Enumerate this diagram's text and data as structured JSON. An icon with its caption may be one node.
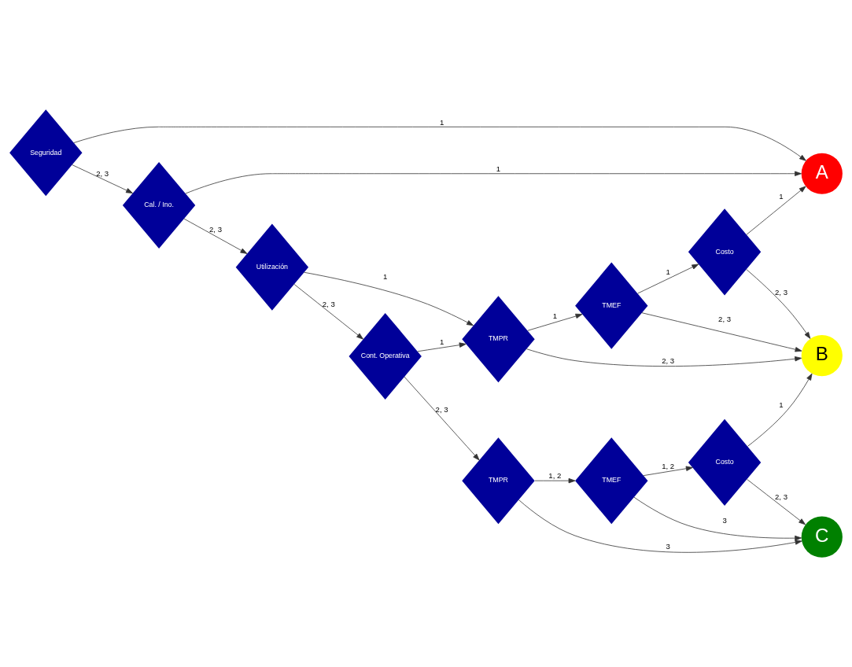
{
  "diagram": {
    "nodes": [
      {
        "text": [
          "Seguridad"
        ]
      },
      {
        "text": [
          "Cal. / Ino."
        ]
      },
      {
        "text": [
          "Utilización"
        ]
      },
      {
        "text": [
          "Cont. Operativa"
        ]
      },
      {
        "text": [
          "TMPR"
        ]
      },
      {
        "text": [
          "TMEF"
        ]
      },
      {
        "text": [
          "Costo"
        ]
      },
      {
        "text": [
          "A"
        ]
      },
      {
        "text": [
          "TMPR"
        ]
      },
      {
        "text": [
          "TMEF"
        ]
      },
      {
        "text": [
          "Costo"
        ]
      },
      {
        "text": [
          "B"
        ]
      },
      {
        "text": [
          "C"
        ]
      }
    ],
    "edges": [
      {
        "from": 0,
        "to": 1,
        "arrow": "to",
        "label": "2, 3"
      },
      {
        "from": 0,
        "to": 7,
        "arrow": "to",
        "label": "1"
      },
      {
        "from": 1,
        "to": 2,
        "arrow": "to",
        "label": "2, 3"
      },
      {
        "from": 1,
        "to": 7,
        "arrow": "to",
        "label": "1"
      },
      {
        "from": 2,
        "to": 3,
        "arrow": "to",
        "label": "2, 3"
      },
      {
        "from": 2,
        "to": 4,
        "arrow": "to",
        "label": "1"
      },
      {
        "from": 3,
        "to": 8,
        "arrow": "to",
        "label": "2, 3"
      },
      {
        "from": 3,
        "to": 4,
        "arrow": "to",
        "label": "1"
      },
      {
        "from": 4,
        "to": 5,
        "arrow": "to",
        "label": "1"
      },
      {
        "from": 4,
        "to": 11,
        "arrow": "to",
        "label": "2, 3"
      },
      {
        "from": 5,
        "to": 6,
        "arrow": "to",
        "label": "1"
      },
      {
        "from": 5,
        "to": 11,
        "arrow": "to",
        "label": "2, 3"
      },
      {
        "from": 6,
        "to": 7,
        "arrow": "to",
        "label": "1"
      },
      {
        "from": 6,
        "to": 11,
        "arrow": "to",
        "label": "2, 3"
      },
      {
        "from": 8,
        "to": 9,
        "arrow": "to",
        "label": "1, 2"
      },
      {
        "from": 8,
        "to": 12,
        "arrow": "to",
        "label": "3"
      },
      {
        "from": 9,
        "to": 10,
        "arrow": "to",
        "label": "1, 2"
      },
      {
        "from": 9,
        "to": 12,
        "arrow": "to",
        "label": "3"
      },
      {
        "from": 10,
        "to": 11,
        "arrow": "to",
        "label": "1"
      },
      {
        "from": 10,
        "to": 12,
        "arrow": "to",
        "label": "2, 3"
      }
    ]
  }
}
